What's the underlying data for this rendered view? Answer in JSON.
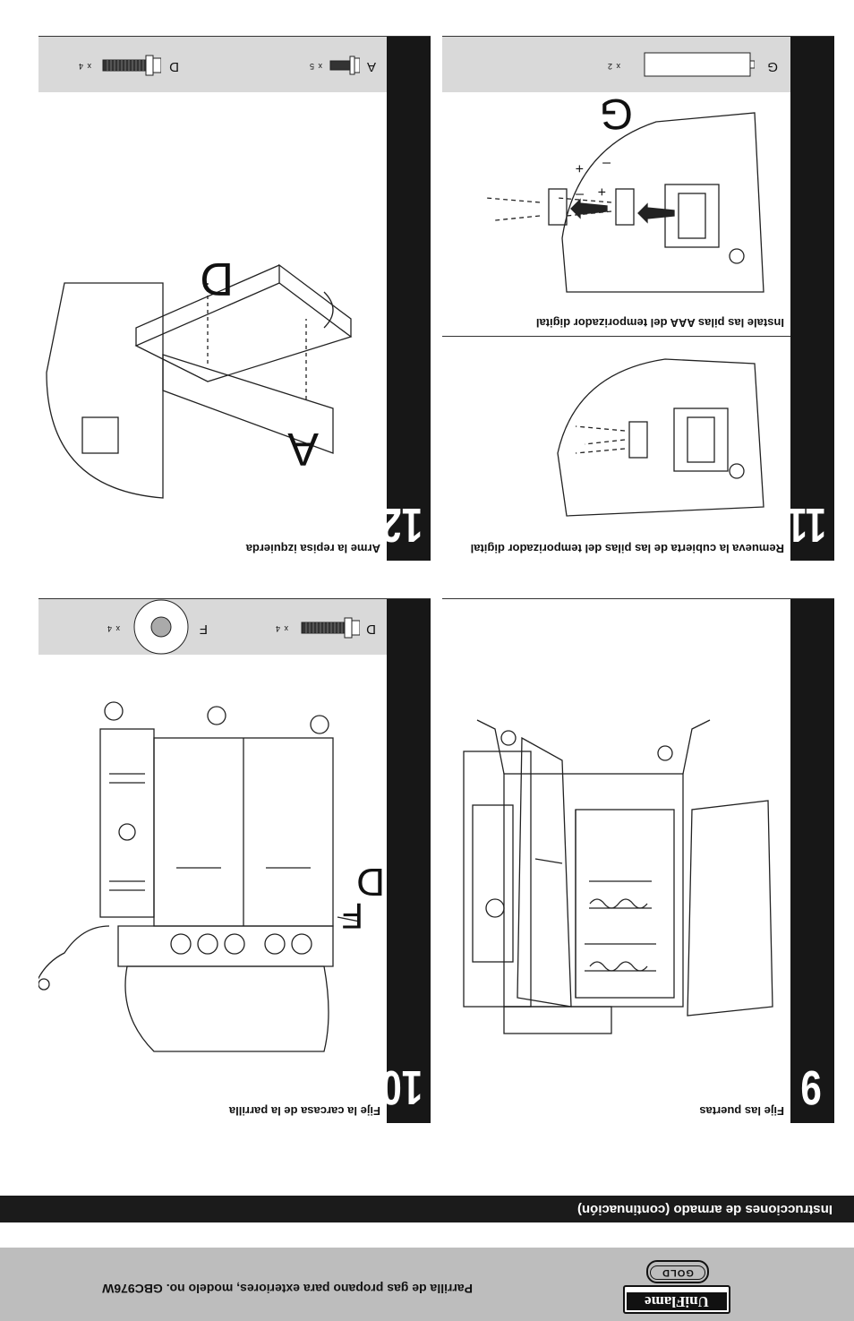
{
  "footer": {
    "brand_name": "UniFlame",
    "brand_badge": "GOLD",
    "model_line": "Parrilla de gas propano para exteriores, modelo no. GBC976W"
  },
  "section_banner": "Instrucciones de armado (continuación)",
  "steps": [
    {
      "number": "9",
      "title": "Fije las puertas"
    },
    {
      "number": "10",
      "title": "Fije la carcasa de la parrilla",
      "parts": [
        {
          "letter": "D",
          "qty": "x 4"
        },
        {
          "letter": "F",
          "qty": "x 4"
        }
      ],
      "callouts": [
        "D",
        "F"
      ]
    },
    {
      "number": "11",
      "title": "Remueva la cubierta de las pilas del temporizador digital",
      "subtitle": "Instale las pilas AAA del temporizador digital",
      "parts": [
        {
          "letter": "G",
          "qty": "x 2"
        }
      ],
      "callouts": [
        "G",
        "+",
        "+",
        "–",
        "–"
      ]
    },
    {
      "number": "12",
      "title": "Arme la repisa izquierda",
      "parts": [
        {
          "letter": "A",
          "qty": "x 5"
        },
        {
          "letter": "D",
          "qty": "x 4"
        }
      ],
      "callouts": [
        "A",
        "D"
      ]
    }
  ]
}
